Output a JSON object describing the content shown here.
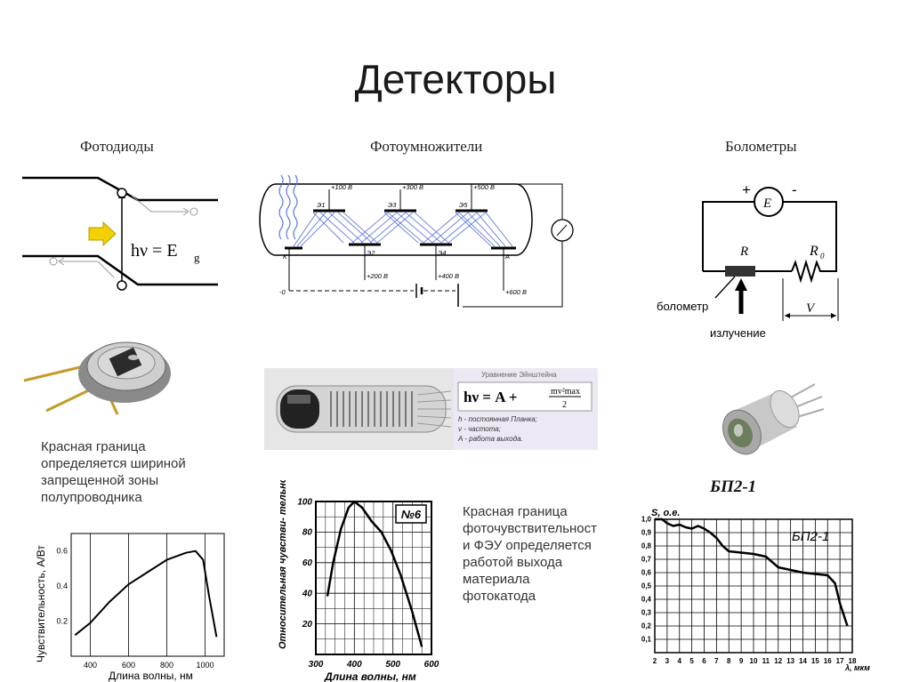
{
  "title": "Детекторы",
  "columns": {
    "photodiodes": "Фотодиоды",
    "pmt": "Фотоумножители",
    "bolometers": "Болометры"
  },
  "photodiode": {
    "formula": "hν = E",
    "formula_sub": "g",
    "note_lines": [
      "Красная граница",
      "определяется шириной",
      "запрещенной зоны",
      "полупроводника"
    ],
    "chart_data": {
      "type": "line",
      "xlabel": "Длина волны, нм",
      "ylabel": "Чувствительность, А/Вт",
      "x_ticks": [
        "400",
        "600",
        "800",
        "1000"
      ],
      "y_ticks": [
        "0.2",
        "0.4",
        "0.6"
      ],
      "xlim": [
        300,
        1100
      ],
      "ylim": [
        0,
        0.7
      ],
      "x": [
        320,
        400,
        500,
        600,
        700,
        800,
        900,
        950,
        990,
        1020,
        1060
      ],
      "y": [
        0.12,
        0.19,
        0.31,
        0.41,
        0.48,
        0.55,
        0.59,
        0.6,
        0.55,
        0.35,
        0.11
      ]
    }
  },
  "pmt": {
    "voltages": [
      "+100 В",
      "+300 В",
      "+500 В",
      "+200 В",
      "+400 В",
      "+600 В",
      "-0"
    ],
    "dynodes": [
      "Э1",
      "Э2",
      "Э3",
      "Э4",
      "Э5"
    ],
    "electrodes": [
      "К",
      "А"
    ],
    "eq_title": "Уравнение Эйнштейна",
    "eq_main": "hν = A +",
    "eq_num": "mv²max",
    "eq_den": "2",
    "eq_defs": [
      "h - постоянная Планка;",
      "ν - частота;",
      "A - работа выхода."
    ],
    "note_lines": [
      "Красная граница",
      "фоточувствительност",
      "и ФЭУ определяется",
      "работой выхода",
      "материала",
      "фотокатода"
    ],
    "chart_data": {
      "type": "line",
      "xlabel": "Длина волны, нм",
      "ylabel": "Относительная чувстви- тельность фотокатода, %",
      "legend": "№6",
      "x_ticks": [
        "300",
        "400",
        "500",
        "600"
      ],
      "y_ticks": [
        "20",
        "40",
        "60",
        "80",
        "100"
      ],
      "xlim": [
        300,
        600
      ],
      "ylim": [
        0,
        100
      ],
      "x": [
        330,
        345,
        365,
        385,
        400,
        420,
        445,
        470,
        495,
        520,
        550,
        575
      ],
      "y": [
        38,
        60,
        82,
        96,
        100,
        96,
        87,
        80,
        68,
        52,
        28,
        5
      ]
    }
  },
  "bolometer": {
    "labels": {
      "plus": "+",
      "minus": "-",
      "source": "E",
      "r": "R",
      "r0": "R",
      "r0_sub": "0",
      "volt": "V",
      "bolometer": "болометр",
      "radiation": "излучение"
    },
    "chart_data": {
      "type": "line",
      "title": "БП2-1",
      "legend": "БП2-1",
      "ylabel": "S, o.e.",
      "xlabel": "λ, мкм",
      "x_ticks": [
        "2",
        "3",
        "4",
        "5",
        "6",
        "7",
        "8",
        "9",
        "10",
        "11",
        "12",
        "13",
        "14",
        "15",
        "16",
        "17",
        "18"
      ],
      "y_ticks": [
        "0,1",
        "0,2",
        "0,3",
        "0,4",
        "0,5",
        "0,6",
        "0,7",
        "0,8",
        "0,9",
        "1,0"
      ],
      "xlim": [
        2,
        18
      ],
      "ylim": [
        0,
        1.0
      ],
      "x": [
        2,
        2.6,
        3,
        3.5,
        4,
        4.5,
        5,
        5.5,
        6,
        6.5,
        7,
        7.5,
        8,
        9,
        10,
        11,
        12,
        13,
        14,
        15,
        16,
        16.6,
        17,
        17.6
      ],
      "y": [
        1.0,
        1.0,
        0.97,
        0.95,
        0.96,
        0.94,
        0.93,
        0.95,
        0.93,
        0.9,
        0.86,
        0.8,
        0.76,
        0.75,
        0.74,
        0.72,
        0.64,
        0.62,
        0.6,
        0.59,
        0.58,
        0.52,
        0.37,
        0.2
      ]
    }
  },
  "colors": {
    "arrow": "#f3d000",
    "beam": "#3a58d8",
    "device_bg": "#ede9f4"
  }
}
